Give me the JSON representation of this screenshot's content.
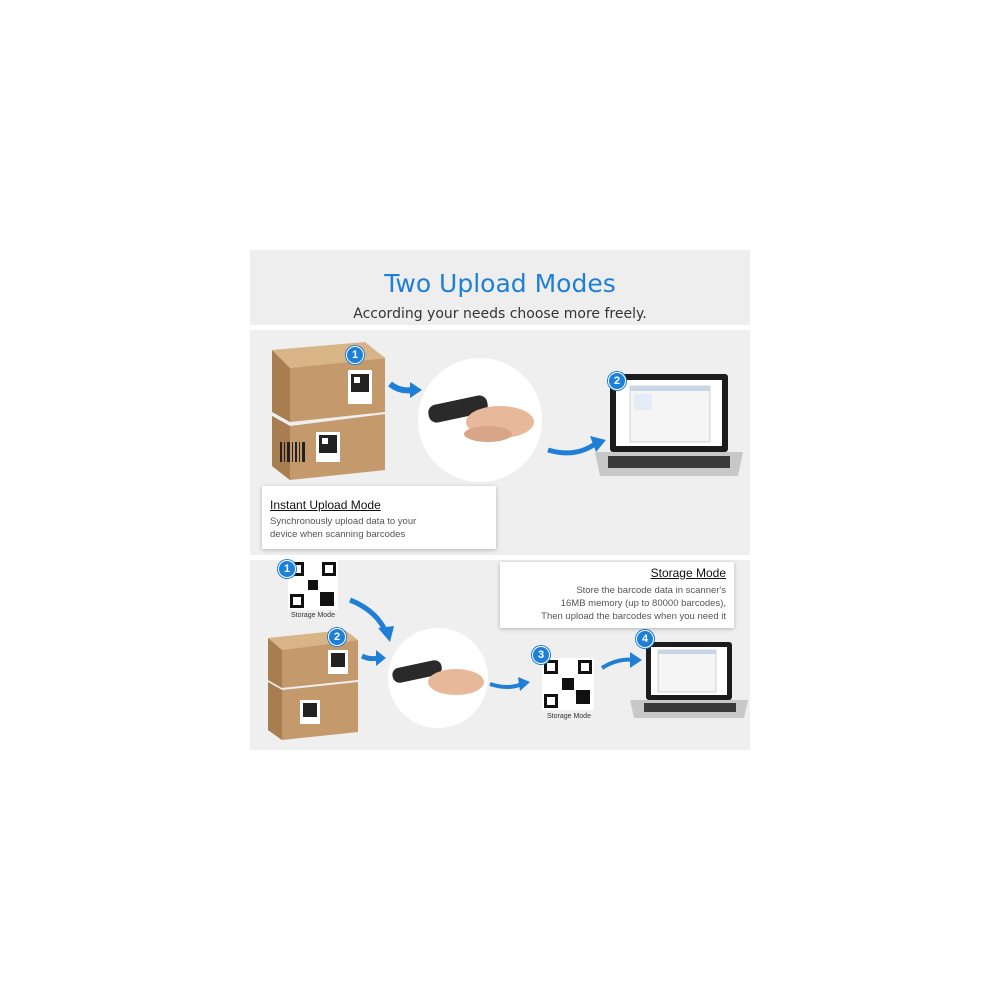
{
  "header": {
    "title": "Two Upload Modes",
    "subtitle": "According your needs choose more freely."
  },
  "instant_mode": {
    "title": "Instant Upload Mode",
    "desc_line1": "Synchronously upload data to your",
    "desc_line2": "device when scanning barcodes",
    "badges": [
      "1",
      "2"
    ]
  },
  "storage_mode": {
    "title": "Storage Mode",
    "desc_line1": "Store the barcode data in scanner's",
    "desc_line2": "16MB memory (up to 80000 barcodes),",
    "desc_line3": "Then upload the barcodes when you need it",
    "badges": [
      "1",
      "2",
      "3",
      "4"
    ],
    "qr_label": "Storage Mode"
  },
  "colors": {
    "accent": "#1f7fd6",
    "panel_bg": "#efefef",
    "box_brown": "#c49a6c"
  },
  "icons": [
    "box-icon",
    "qr-code-icon",
    "barcode-scanner-icon",
    "laptop-icon",
    "arrow-icon"
  ]
}
